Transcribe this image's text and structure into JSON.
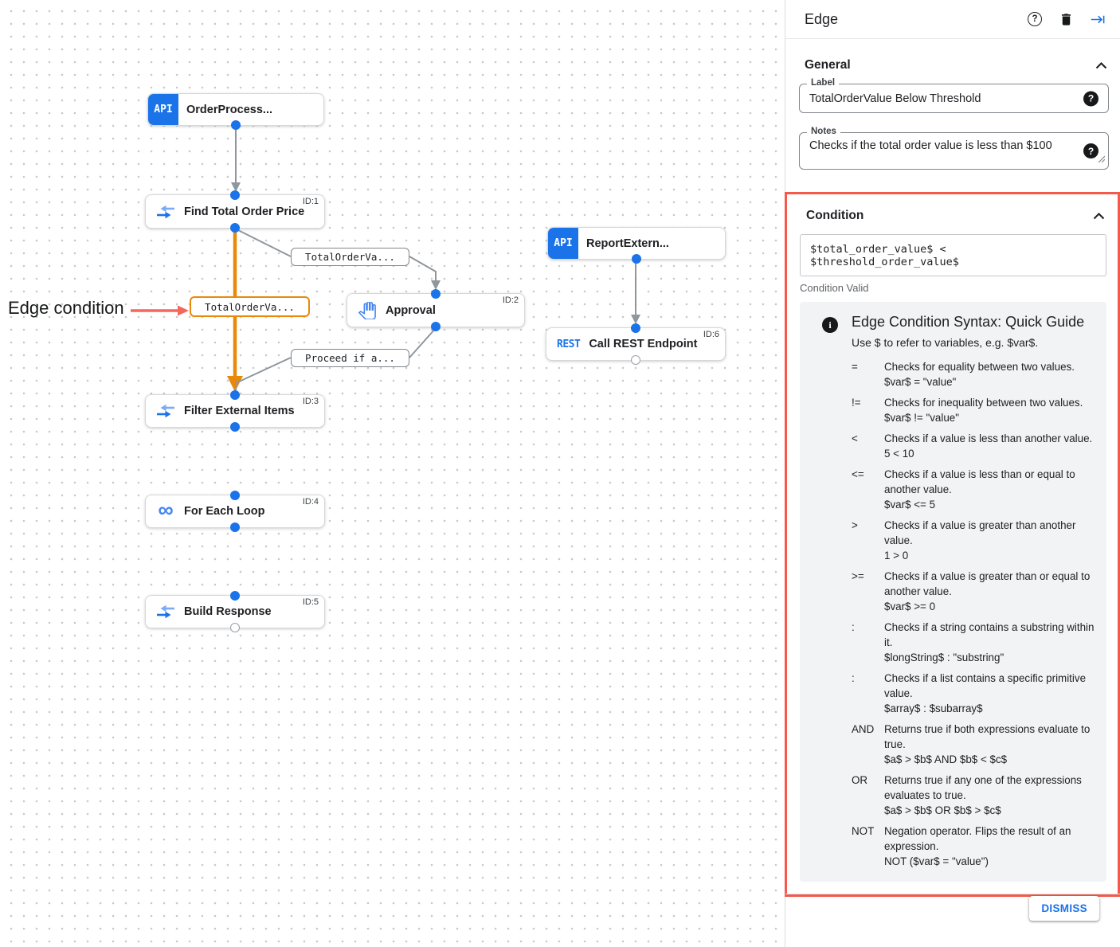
{
  "canvas": {
    "annotation_label": "Edge condition",
    "nodes": {
      "order_process": {
        "badge": "API",
        "label": "OrderProcess..."
      },
      "find_total": {
        "id": "ID:1",
        "label": "Find Total Order Price"
      },
      "approval": {
        "id": "ID:2",
        "label": "Approval"
      },
      "report_extern": {
        "badge": "API",
        "label": "ReportExtern..."
      },
      "call_rest": {
        "id": "ID:6",
        "badge": "REST",
        "label": "Call REST Endpoint"
      },
      "filter_items": {
        "id": "ID:3",
        "label": "Filter External Items"
      },
      "for_each": {
        "id": "ID:4",
        "label": "For Each Loop"
      },
      "build_response": {
        "id": "ID:5",
        "label": "Build Response"
      }
    },
    "edge_labels": {
      "to_approval": "TotalOrderVa...",
      "selected": "TotalOrderVa...",
      "from_approval": "Proceed if a..."
    }
  },
  "panel": {
    "title": "Edge",
    "general": {
      "heading": "General",
      "label_field": {
        "label": "Label",
        "value": "TotalOrderValue Below Threshold"
      },
      "notes_field": {
        "label": "Notes",
        "value": "Checks if the total order value is less than $100"
      }
    },
    "condition": {
      "heading": "Condition",
      "expression": "$total_order_value$ < $threshold_order_value$",
      "status": "Condition Valid",
      "guide": {
        "title": "Edge Condition Syntax: Quick Guide",
        "subtitle": "Use $ to refer to variables, e.g. $var$.",
        "operators": [
          {
            "op": "=",
            "desc": "Checks for equality between two values.",
            "example": "$var$ = \"value\""
          },
          {
            "op": "!=",
            "desc": "Checks for inequality between two values.",
            "example": "$var$ != \"value\""
          },
          {
            "op": "<",
            "desc": "Checks if a value is less than another value.",
            "example": "5 < 10"
          },
          {
            "op": "<=",
            "desc": "Checks if a value is less than or equal to another value.",
            "example": "$var$ <= 5"
          },
          {
            "op": ">",
            "desc": "Checks if a value is greater than another value.",
            "example": "1 > 0"
          },
          {
            "op": ">=",
            "desc": "Checks if a value is greater than or equal to another value.",
            "example": "$var$ >= 0"
          },
          {
            "op": ":",
            "desc": "Checks if a string contains a substring within it.",
            "example": "$longString$ : \"substring\""
          },
          {
            "op": ":",
            "desc": "Checks if a list contains a specific primitive value.",
            "example": "$array$ : $subarray$"
          },
          {
            "op": "AND",
            "desc": "Returns true if both expressions evaluate to true.",
            "example": "$a$ > $b$ AND $b$ < $c$"
          },
          {
            "op": "OR",
            "desc": "Returns true if any one of the expressions evaluates to true.",
            "example": "$a$ > $b$ OR $b$ > $c$"
          },
          {
            "op": "NOT",
            "desc": "Negation operator. Flips the result of an expression.",
            "example": "NOT ($var$ = \"value\")"
          }
        ]
      }
    },
    "dismiss_label": "DISMISS"
  },
  "colors": {
    "accent_blue": "#1a73e8",
    "edge_orange": "#e8890b",
    "highlight_red": "#f4594c"
  }
}
